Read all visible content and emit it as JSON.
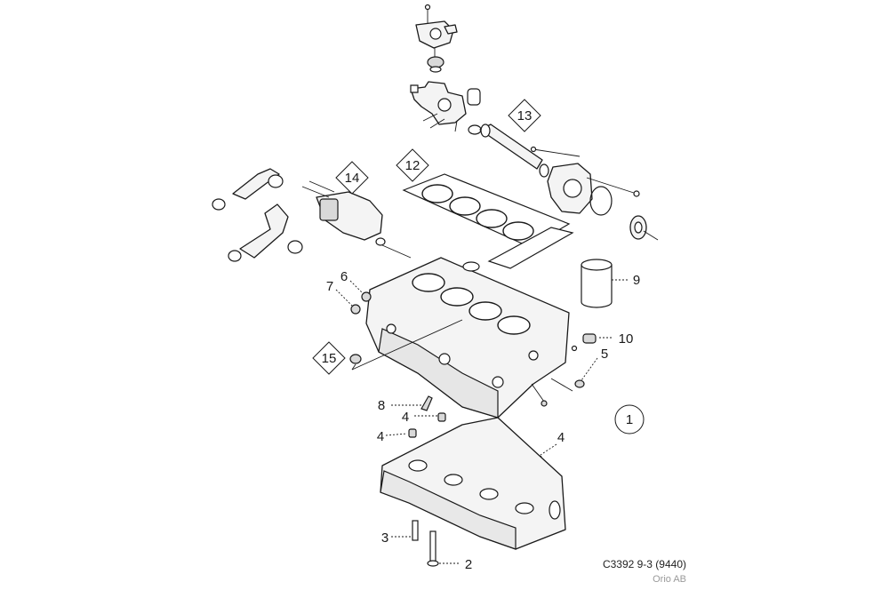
{
  "diagram": {
    "reference_code": "C3392 9-3 (9440)",
    "copyright": "Orio AB",
    "callouts": {
      "c1": "1",
      "c2": "2",
      "c3": "3",
      "c4a": "4",
      "c4b": "4",
      "c4c": "4",
      "c5": "5",
      "c6": "6",
      "c7": "7",
      "c8": "8",
      "c9": "9",
      "c10": "10",
      "c12": "12",
      "c13": "13",
      "c14": "14",
      "c15": "15"
    }
  }
}
